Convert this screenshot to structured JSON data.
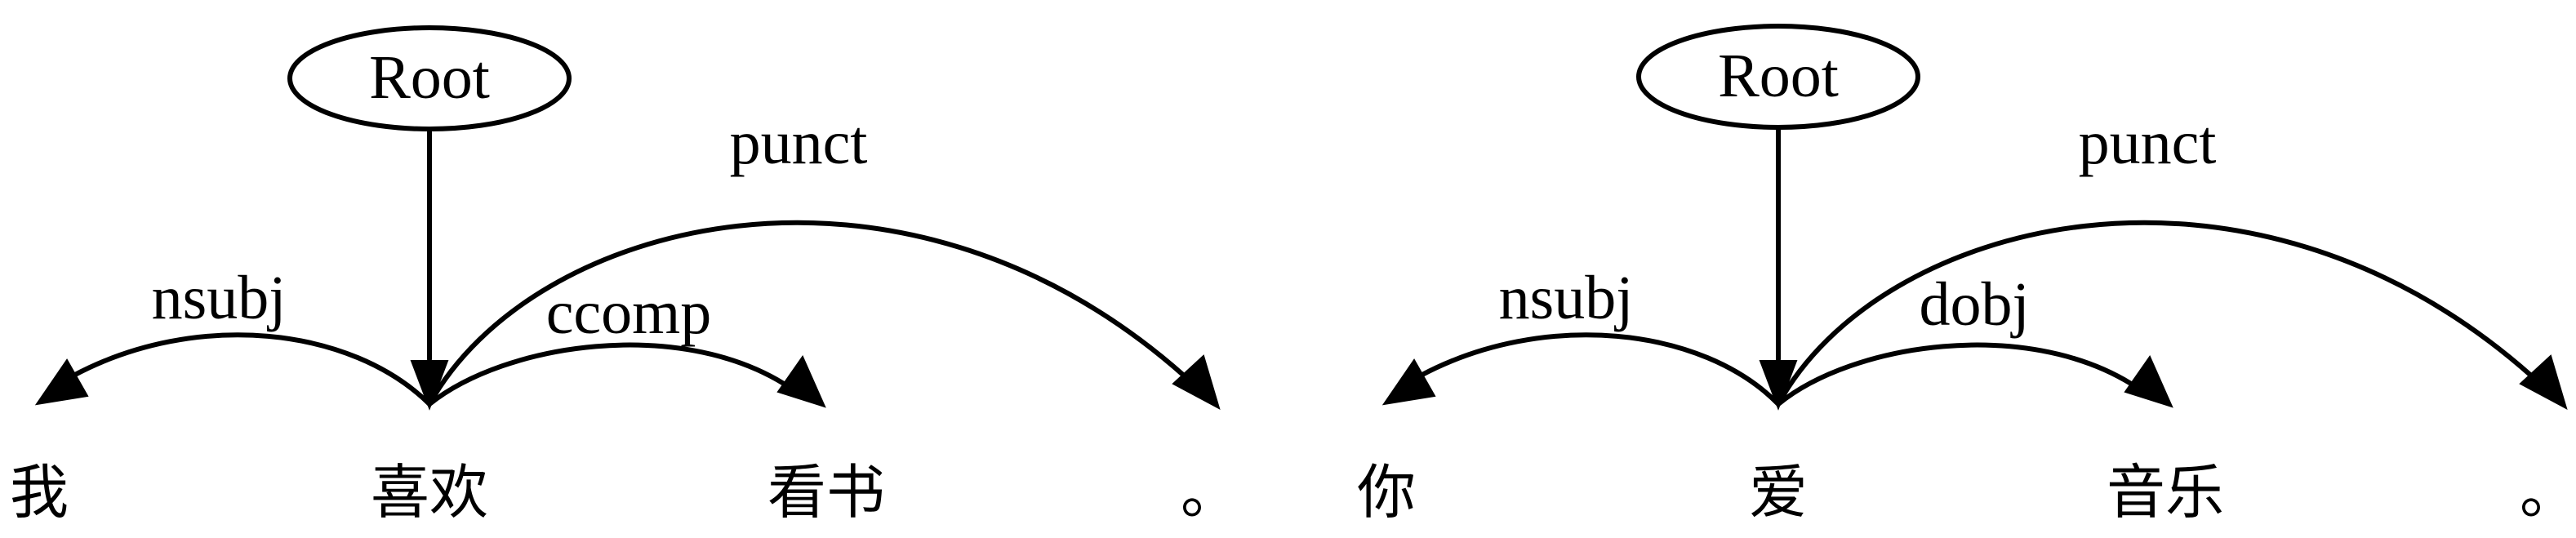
{
  "trees": [
    {
      "root": {
        "label": "Root"
      },
      "words": [
        "我",
        "喜欢",
        "看书",
        "。"
      ],
      "arcs": [
        {
          "label": "nsubj"
        },
        {
          "label": "ccomp"
        },
        {
          "label": "punct"
        }
      ]
    },
    {
      "root": {
        "label": "Root"
      },
      "words": [
        "你",
        "爱",
        "音乐",
        "。"
      ],
      "arcs": [
        {
          "label": "nsubj"
        },
        {
          "label": "dobj"
        },
        {
          "label": "punct"
        }
      ]
    }
  ]
}
